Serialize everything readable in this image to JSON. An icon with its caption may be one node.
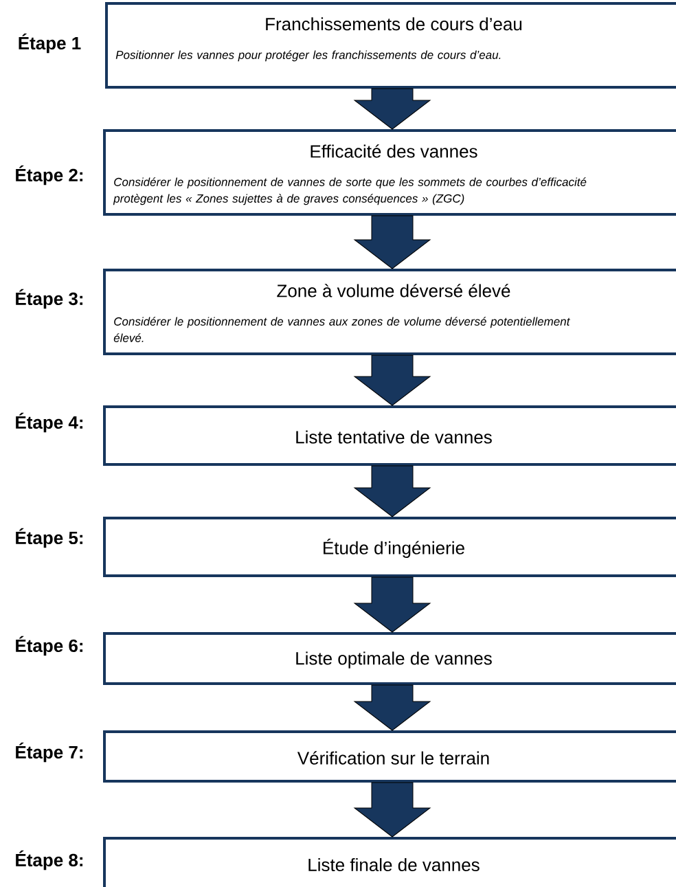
{
  "diagram": {
    "nodes": [
      {
        "text": [
          "Franchissements de cours d’eau",
          "Positionner les vannes pour protéger les franchissements de cours d’eau."
        ],
        "beside": [
          "Étape 1"
        ]
      },
      {
        "text": [
          "Efficacité des vannes",
          "Considérer le positionnement de vannes de sorte que les sommets de courbes d’efficacité protègent les « Zones sujettes à de graves conséquences »  (ZGC)"
        ],
        "beside": [
          "Étape 2:"
        ]
      },
      {
        "text": [
          "Zone à volume déversé élevé",
          "Considérer le positionnement  de vannes aux zones de volume déversé potentiellement élevé."
        ],
        "beside": [
          "Étape 3:"
        ]
      },
      {
        "text": [
          "Liste tentative de vannes"
        ],
        "beside": [
          "Étape 4:"
        ]
      },
      {
        "text": [
          "Étude d’ingénierie"
        ],
        "beside": [
          "Étape 5:"
        ]
      },
      {
        "text": [
          "Liste optimale de vannes"
        ],
        "beside": [
          "Étape 6:"
        ]
      },
      {
        "text": [
          "Vérification sur le terrain"
        ],
        "beside": [
          "Étape 7:"
        ]
      },
      {
        "text": [
          "Liste finale de vannes"
        ],
        "beside": [
          "Étape 8:"
        ]
      }
    ],
    "edges": [
      {
        "from": 0,
        "to": 1,
        "arrow": "to"
      },
      {
        "from": 1,
        "to": 2,
        "arrow": "to"
      },
      {
        "from": 2,
        "to": 3,
        "arrow": "to"
      },
      {
        "from": 3,
        "to": 4,
        "arrow": "to"
      },
      {
        "from": 4,
        "to": 5,
        "arrow": "to"
      },
      {
        "from": 5,
        "to": 6,
        "arrow": "to"
      },
      {
        "from": 6,
        "to": 7,
        "arrow": "to"
      }
    ]
  }
}
